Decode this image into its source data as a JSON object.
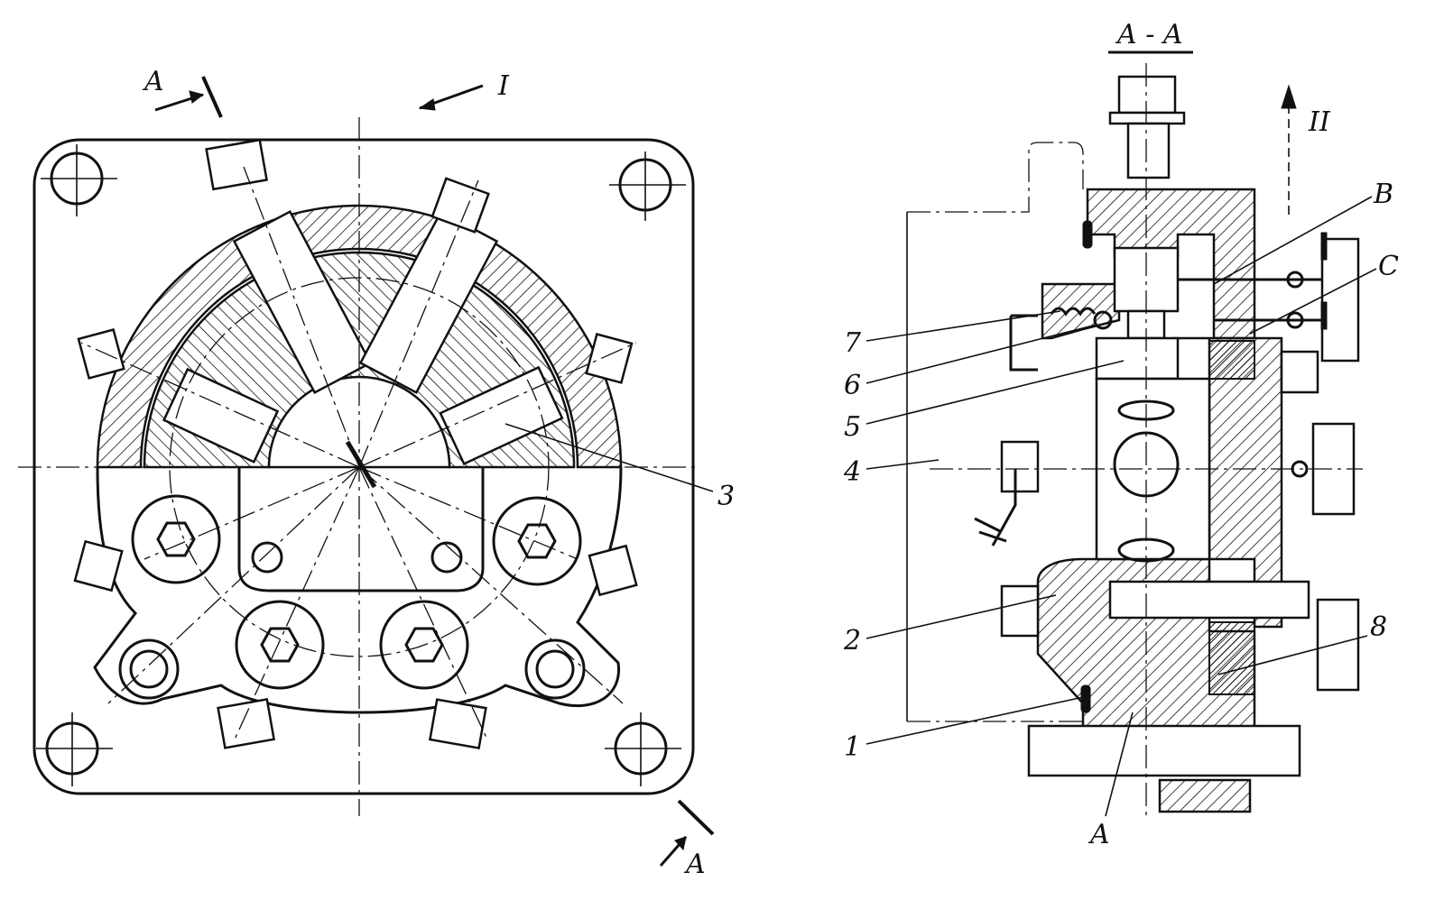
{
  "labels": {
    "section_left_top": "A",
    "section_left_bottom": "A",
    "view_I": "I",
    "section_title": "A - A",
    "view_II": "II",
    "port_B": "B",
    "port_C": "C",
    "port_A": "A",
    "n1": "1",
    "n2": "2",
    "n3": "3",
    "n4": "4",
    "n5": "5",
    "n6": "6",
    "n7": "7",
    "n8": "8"
  }
}
